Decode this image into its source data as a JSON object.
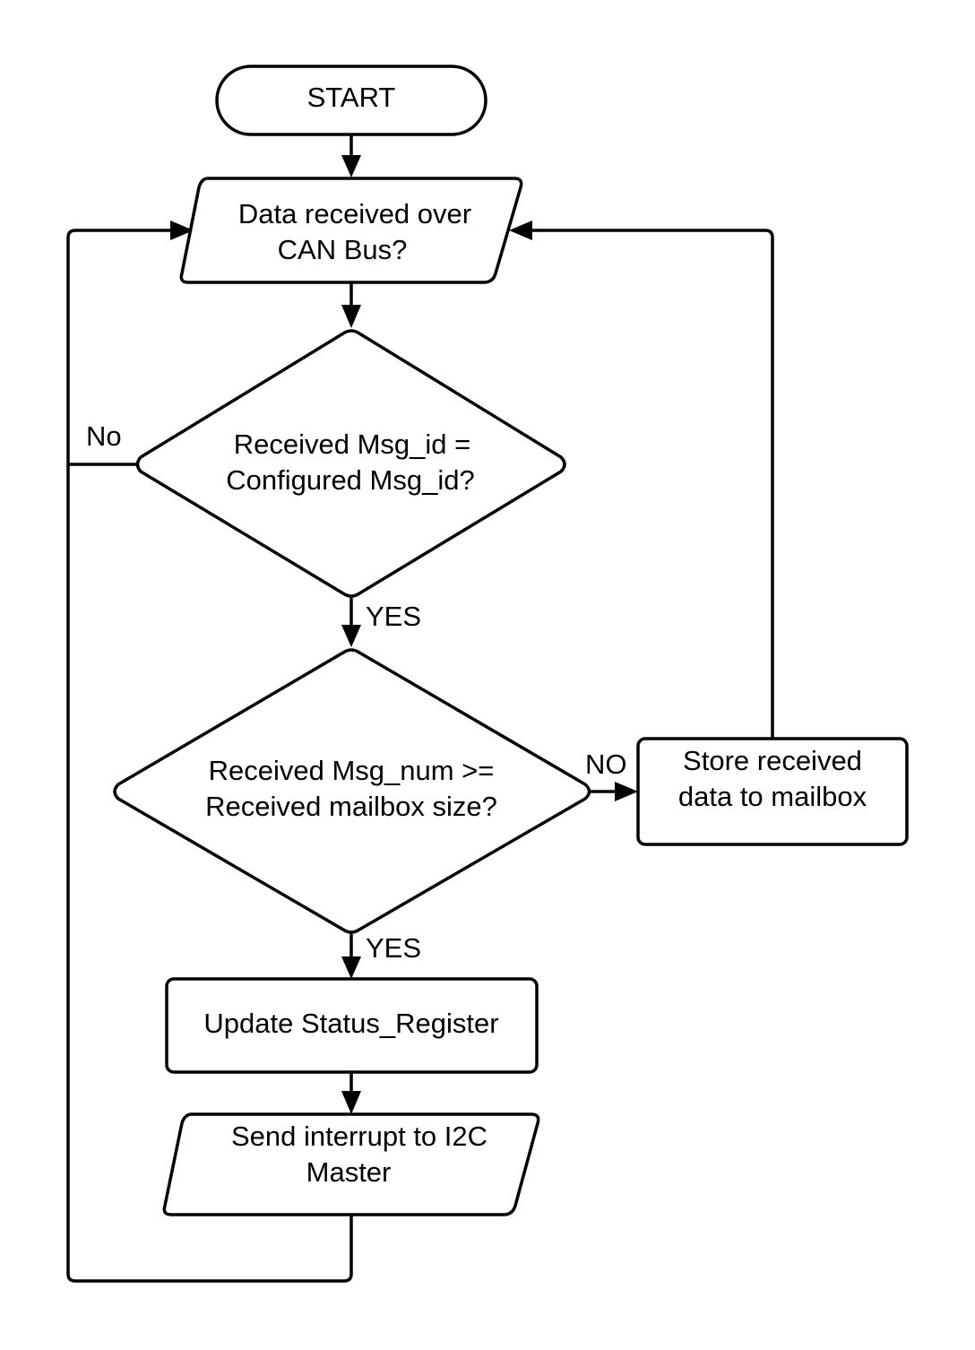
{
  "nodes": {
    "start": {
      "line1": "START"
    },
    "can_check": {
      "line1": "Data received over",
      "line2": "CAN Bus?"
    },
    "msg_id_check": {
      "line1": "Received Msg_id =",
      "line2": "Configured Msg_id?"
    },
    "msg_num_check": {
      "line1": "Received Msg_num >=",
      "line2": "Received mailbox size?"
    },
    "store": {
      "line1": "Store received",
      "line2": "data to mailbox"
    },
    "update": {
      "line1": "Update Status_Register"
    },
    "interrupt": {
      "line1": "Send interrupt to I2C",
      "line2": "Master"
    }
  },
  "edges": {
    "msg_id_no": "No",
    "msg_id_yes": "YES",
    "msg_num_no": "NO",
    "msg_num_yes": "YES"
  }
}
